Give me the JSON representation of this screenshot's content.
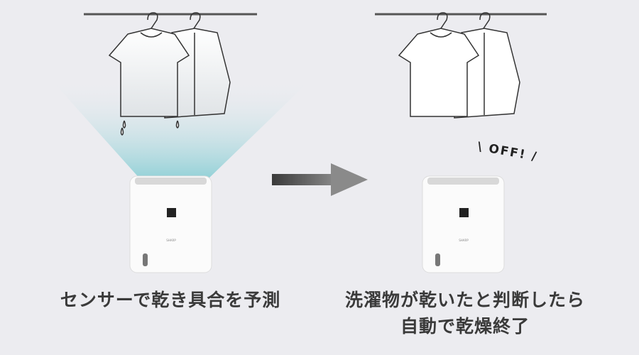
{
  "left_panel": {
    "caption": "センサーで乾き具合を予測",
    "brand_logo": "SHARP"
  },
  "arrow": {
    "icon": "right-arrow-icon"
  },
  "right_panel": {
    "badge": "\\ OFF! /",
    "caption_line1": "洗濯物が乾いたと判断したら",
    "caption_line2": "自動で乾燥終了",
    "brand_logo": "SHARP"
  },
  "colors": {
    "background": "#ececf0",
    "sensor_beam": "#a8d8dc",
    "arrow": "#555555"
  }
}
